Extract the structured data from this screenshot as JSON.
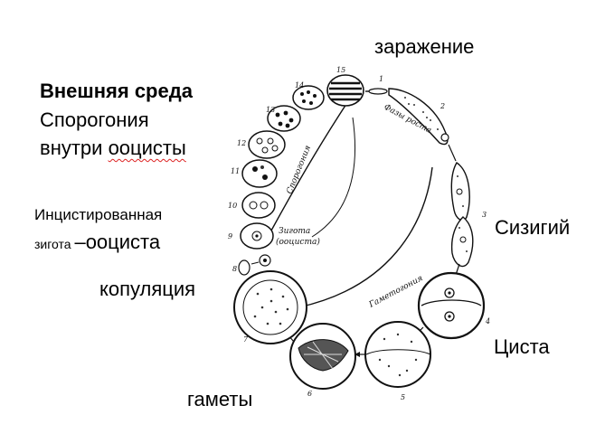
{
  "labels": {
    "infection": "заражение",
    "external_env": "Внешняя среда",
    "sporogony_line1": "Спорогония",
    "sporogony_line2_a": "внутри ",
    "sporogony_line2_b": "ооцисты",
    "encysted_line1": "Инцистированная",
    "encysted_line2_a": "зигота ",
    "encysted_line2_b": "–ооциста",
    "syzygy": "Сизигий",
    "copulation": "копуляция",
    "cyst": "Циста",
    "gametes": "гаметы"
  },
  "figure": {
    "phases_growth": "Фазы роста",
    "sporogony": "Спорогония",
    "gametogony": "Гаметогония",
    "zygote_line1": "Зигота",
    "zygote_line2": "(ооциста)",
    "stage_numbers": [
      "1",
      "2",
      "3",
      "4",
      "5",
      "6",
      "7",
      "8",
      "9",
      "10",
      "11",
      "12",
      "13",
      "14",
      "15"
    ]
  },
  "colors": {
    "text": "#000000",
    "spellcheck_underline": "#d22222",
    "drawing": "#111111",
    "stipple": "#333333"
  }
}
